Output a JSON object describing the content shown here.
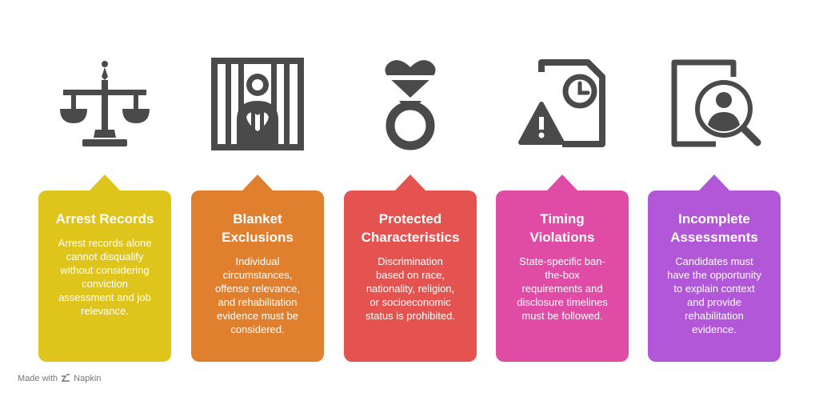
{
  "colors": {
    "icon": "#4a4a4a",
    "card1": "#dfc41c",
    "card2": "#e0802f",
    "card3": "#e4534f",
    "card4": "#e04ca5",
    "card5": "#b157d8"
  },
  "items": [
    {
      "icon": "scales-of-justice-icon",
      "title": "Arrest Records",
      "description": "Arrest records alone\ncannot disqualify\nwithout considering\nconviction\nassessment and job\nrelevance."
    },
    {
      "icon": "person-behind-bars-icon",
      "title": "Blanket\nExclusions",
      "description": "Individual\ncircumstances,\noffense relevance,\nand rehabilitation\nevidence must be\nconsidered."
    },
    {
      "icon": "heart-ring-icon",
      "title": "Protected\nCharacteristics",
      "description": "Discrimination\nbased on race,\nnationality, religion,\nor socioeconomic\nstatus is prohibited."
    },
    {
      "icon": "document-clock-warning-icon",
      "title": "Timing\nViolations",
      "description": "State-specific ban-\nthe-box\nrequirements and\ndisclosure timelines\nmust be followed."
    },
    {
      "icon": "document-person-magnifier-icon",
      "title": "Incomplete\nAssessments",
      "description": "Candidates must\nhave the opportunity\nto explain context\nand provide\nrehabilitation\nevidence."
    }
  ],
  "footer": {
    "made_with": "Made with",
    "brand": "Napkin"
  }
}
